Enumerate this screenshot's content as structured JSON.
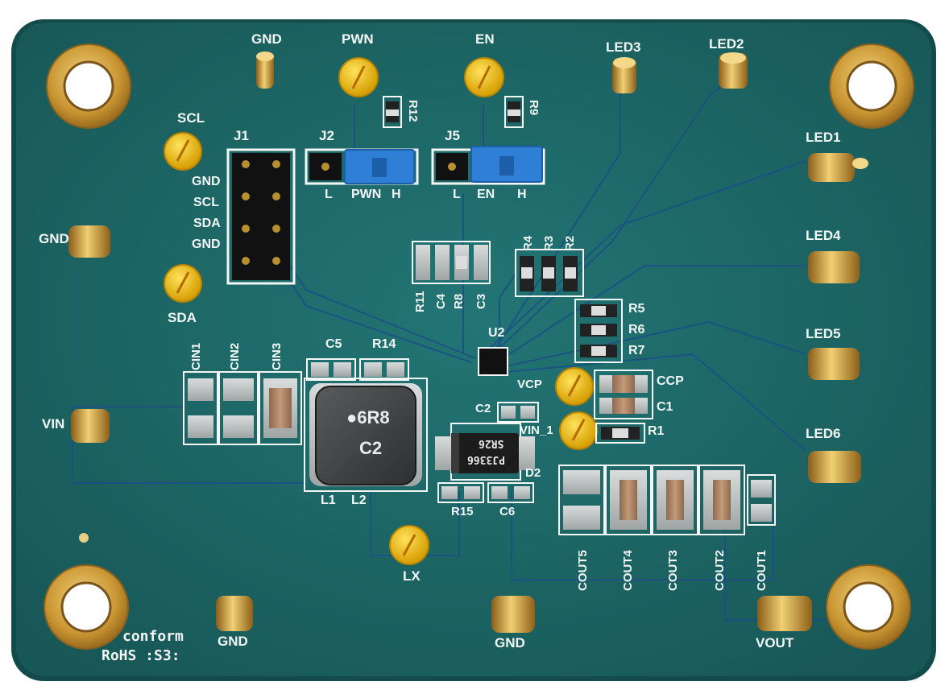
{
  "silkscreen": {
    "gnd_top": "GND",
    "pwn_top": "PWN",
    "en_top": "EN",
    "led3": "LED3",
    "led2": "LED2",
    "led1": "LED1",
    "led4": "LED4",
    "led5": "LED5",
    "led6": "LED6",
    "scl_pad": "SCL",
    "sda_pad": "SDA",
    "gnd_left": "GND",
    "vin": "VIN",
    "lx": "LX",
    "gnd_bottom_left": "GND",
    "gnd_bottom_mid": "GND",
    "vout": "VOUT",
    "j1": "J1",
    "j1_gnd1": "GND",
    "j1_scl": "SCL",
    "j1_sda": "SDA",
    "j1_gnd2": "GND",
    "j2": "J2",
    "j2_l": "L",
    "j2_pwn": "PWN",
    "j2_h": "H",
    "j5": "J5",
    "j5_l": "L",
    "j5_en": "EN",
    "j5_h": "H",
    "r12": "R12",
    "r9": "R9",
    "r4": "R4",
    "r3": "R3",
    "r2": "R2",
    "r11": "R11",
    "c4": "C4",
    "r8": "R8",
    "c3": "C3",
    "r5": "R5",
    "r6": "R6",
    "r7": "R7",
    "u2": "U2",
    "vcp": "VCP",
    "ccp": "CCP",
    "c1": "C1",
    "r1": "R1",
    "c2": "C2",
    "vin_1": "VIN_1",
    "c5": "C5",
    "r14": "R14",
    "cin1": "CIN1",
    "cin2": "CIN2",
    "cin3": "CIN3",
    "l1": "L1",
    "l2": "L2",
    "r15": "R15",
    "c6": "C6",
    "d2": "D2",
    "cout5": "COUT5",
    "cout4": "COUT4",
    "cout3": "COUT3",
    "cout2": "COUT2",
    "cout1": "COUT1",
    "conform": "conform",
    "rohs": "RoHS :S3:"
  },
  "components": {
    "inductor_marking_1": "●6R8",
    "inductor_marking_2": "C2",
    "diode_marking_1": "SR26",
    "diode_marking_2": "PJ3366"
  },
  "colors": {
    "board": "#1f6b6a",
    "board_edge": "#175856",
    "silkscreen": "#f2f6f4",
    "gold": "#d7a640",
    "jumper_blue": "#2f7fd6",
    "test_point_yellow": "#f4c400"
  }
}
